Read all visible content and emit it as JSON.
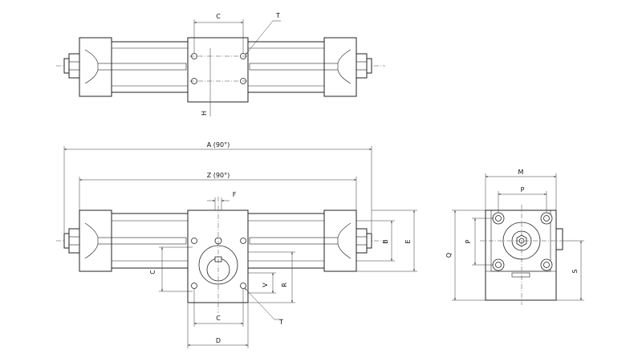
{
  "labels": {
    "top_c": "C",
    "top_t": "T",
    "top_h": "H",
    "a": "A (90°)",
    "z": "Z (90°)",
    "f": "F",
    "front_c_left": "C",
    "front_c_bottom": "C",
    "front_t": "T",
    "d": "D",
    "v": "V",
    "r": "R",
    "b": "B",
    "e": "E",
    "m": "M",
    "p_top": "P",
    "p_left": "P",
    "q": "Q",
    "s": "S"
  }
}
